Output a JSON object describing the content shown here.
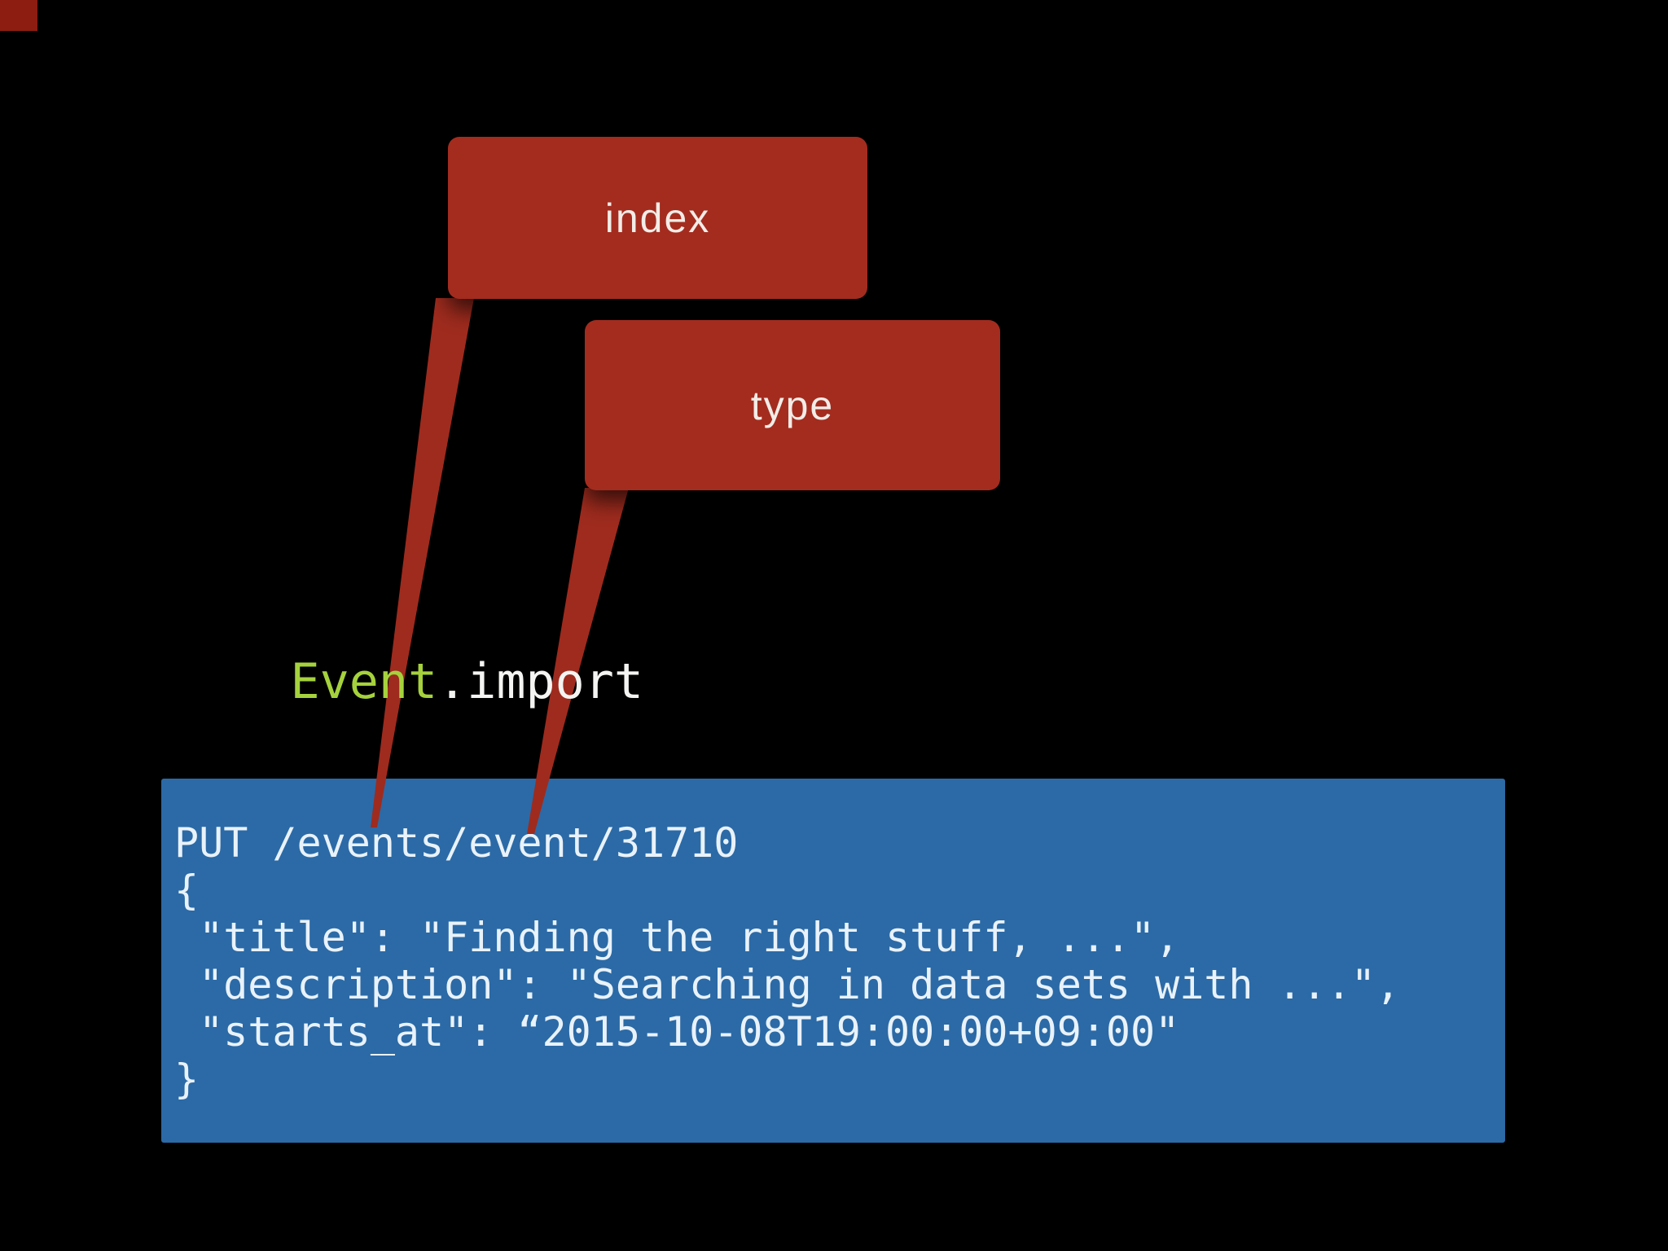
{
  "slide": {
    "background_color": "#000000"
  },
  "decor": {
    "corner_mark_color": "#8c1d10"
  },
  "callouts": {
    "box_color": "#a32c1f",
    "tail_color": "#9e2b1e",
    "label_color": "#f2ece7",
    "items": [
      {
        "label": "index"
      },
      {
        "label": "type"
      }
    ]
  },
  "heading": {
    "object_text": "Event",
    "dot": ".",
    "method_text": "import",
    "object_color": "#a5d23c",
    "method_color": "#f4f4f2"
  },
  "code_block": {
    "background": "#2b6aa6",
    "text_color": "#e9f2fa",
    "lines": [
      "PUT /events/event/31710",
      "{",
      " \"title\": \"Finding the right stuff, ...\",",
      " \"description\": \"Searching in data sets with ...\",",
      " \"starts_at\": “2015-10-08T19:00:00+09:00\"",
      "}"
    ]
  }
}
